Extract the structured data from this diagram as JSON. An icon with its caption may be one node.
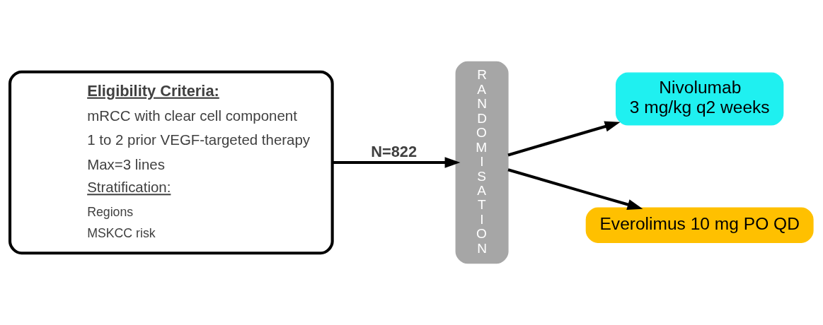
{
  "diagram": {
    "nodes": [
      {
        "text": [
          "Eligibility Criteria:",
          "mRCC with clear cell component",
          "1 to 2 prior VEGF-targeted therapy",
          "Max=3 lines",
          "Stratification:",
          "Regions",
          "MSKCC risk"
        ]
      },
      {
        "text": [
          "RANDOMISATION"
        ]
      },
      {
        "text": [
          "Nivolumab",
          "3 mg/kg q2 weeks"
        ]
      },
      {
        "text": [
          "Everolimus 10 mg PO QD"
        ]
      }
    ],
    "edges": [
      {
        "from": 0,
        "to": 1,
        "arrow": "to",
        "label": "N=822"
      },
      {
        "from": 1,
        "to": 2,
        "arrow": "to"
      },
      {
        "from": 1,
        "to": 3,
        "arrow": "to"
      }
    ]
  }
}
